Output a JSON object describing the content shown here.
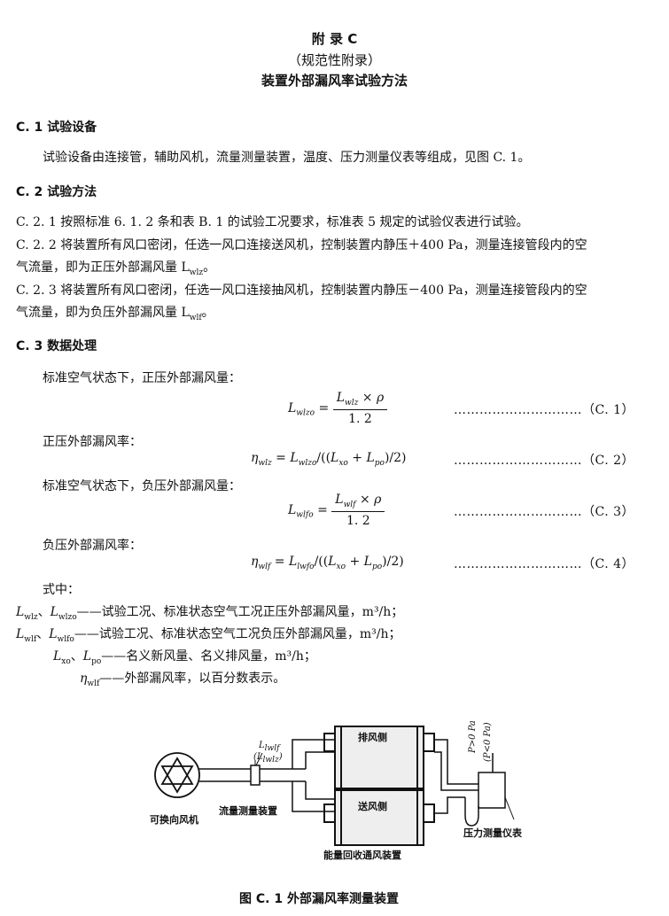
{
  "header": {
    "appendix": "附 录 C",
    "normative": "（规范性附录）",
    "title": "装置外部漏风率试验方法"
  },
  "sections": {
    "c1_head": "C. 1   试验设备",
    "c1_text": "试验设备由连接管，辅助风机，流量测量装置，温度、压力测量仪表等组成，见图 C. 1。",
    "c2_head": "C. 2   试验方法",
    "c21": "C. 2. 1   按照标准 6. 1. 2 条和表 B. 1 的试验工况要求，标准表 5 规定的试验仪表进行试验。",
    "c22_a": "C. 2. 2   将装置所有风口密闭，任选一风口连接送风机，控制装置内静压＋400 Pa，测量连接管段内的空",
    "c22_b": "气流量，即为正压外部漏风量 L",
    "c22_b_sub": "wlz",
    "c22_b_end": "。",
    "c23_a": "C. 2. 3   将装置所有风口密闭，任选一风口连接抽风机，控制装置内静压－400 Pa，测量连接管段内的空",
    "c23_b": "气流量，即为负压外部漏风量 L",
    "c23_b_sub": "wlf",
    "c23_b_end": "。",
    "c3_head": "C. 3   数据处理"
  },
  "formulas": {
    "f1_label": "标准空气状态下，正压外部漏风量：",
    "f1_ref": "…………………………（C. 1）",
    "f2_label": "正压外部漏风率：",
    "f2_ref": "…………………………（C. 2）",
    "f3_label": "标准空气状态下，负压外部漏风量：",
    "f3_ref": "…………………………（C. 3）",
    "f4_label": "负压外部漏风率：",
    "f4_ref": "…………………………（C. 4）"
  },
  "legend": {
    "where": "式中：",
    "l1": "试验工况、标准状态空气工况正压外部漏风量，m³/h；",
    "l2": "试验工况、标准状态空气工况负压外部漏风量，m³/h；",
    "l3": "名义新风量、名义排风量，m³/h；",
    "l4": "外部漏风率，以百分数表示。"
  },
  "diagram": {
    "fan": "可换向风机",
    "flow": "流量测量装置",
    "exhaust": "排风侧",
    "supply": "送风侧",
    "device": "能量回收通风装置",
    "gauge": "压力测量仪表",
    "p1": "P>0 Pa",
    "p2": "(P<0 Pa)",
    "lwlf": "L",
    "lwlf_sub": "lwlf",
    "lwlz": "(L",
    "lwlz_sub": "lwlz",
    "lwlz_end": ")"
  },
  "caption": "图 C. 1   外部漏风率测量装置"
}
